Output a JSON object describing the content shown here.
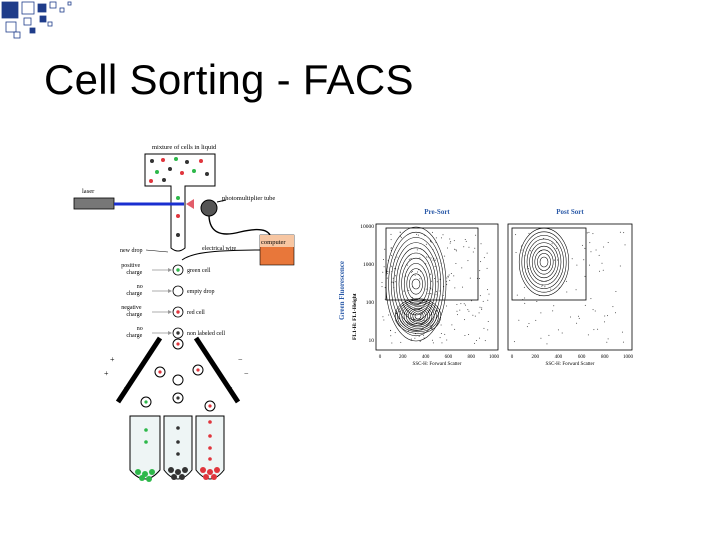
{
  "slide": {
    "title": "Cell Sorting - FACS"
  },
  "colors": {
    "corner_squares": "#1f3c8a",
    "laser_beam": "#1a2fd0",
    "computer_box": "#e8773a",
    "green_cell": "#2db84a",
    "red_cell": "#e0353d",
    "plot_axis_label": "#2b5aa8"
  },
  "diagram": {
    "chamber_label": "mixture of cells in liquid",
    "laser_label": "laser",
    "pmt_label": "photomultiplier tube",
    "computer_label": "computer",
    "new_drop_label": "new drop",
    "wire_label": "electrical wire",
    "charge_rows": [
      {
        "charge": "positive charge",
        "result": "green cell"
      },
      {
        "charge": "no charge",
        "result": "empty drop"
      },
      {
        "charge": "negative charge",
        "result": "red cell"
      },
      {
        "charge": "no charge",
        "result": "non labeled cell"
      }
    ]
  },
  "plots": {
    "y_axis_title": "Green Fluorescence",
    "y_axis_subtitle": "FL1-H: FL1-Height",
    "y_ticks": [
      "10000",
      "1000",
      "100",
      "10"
    ],
    "panels": [
      {
        "title": "Pre-Sort",
        "x_ticks": [
          "0",
          "200",
          "400",
          "600",
          "800",
          "1000"
        ],
        "x_label": "SSC-H: Forward Scatter"
      },
      {
        "title": "Post Sort",
        "x_ticks": [
          "0",
          "200",
          "400",
          "600",
          "800",
          "1000"
        ],
        "x_label": "SSC-H: Forward Scatter"
      }
    ]
  }
}
